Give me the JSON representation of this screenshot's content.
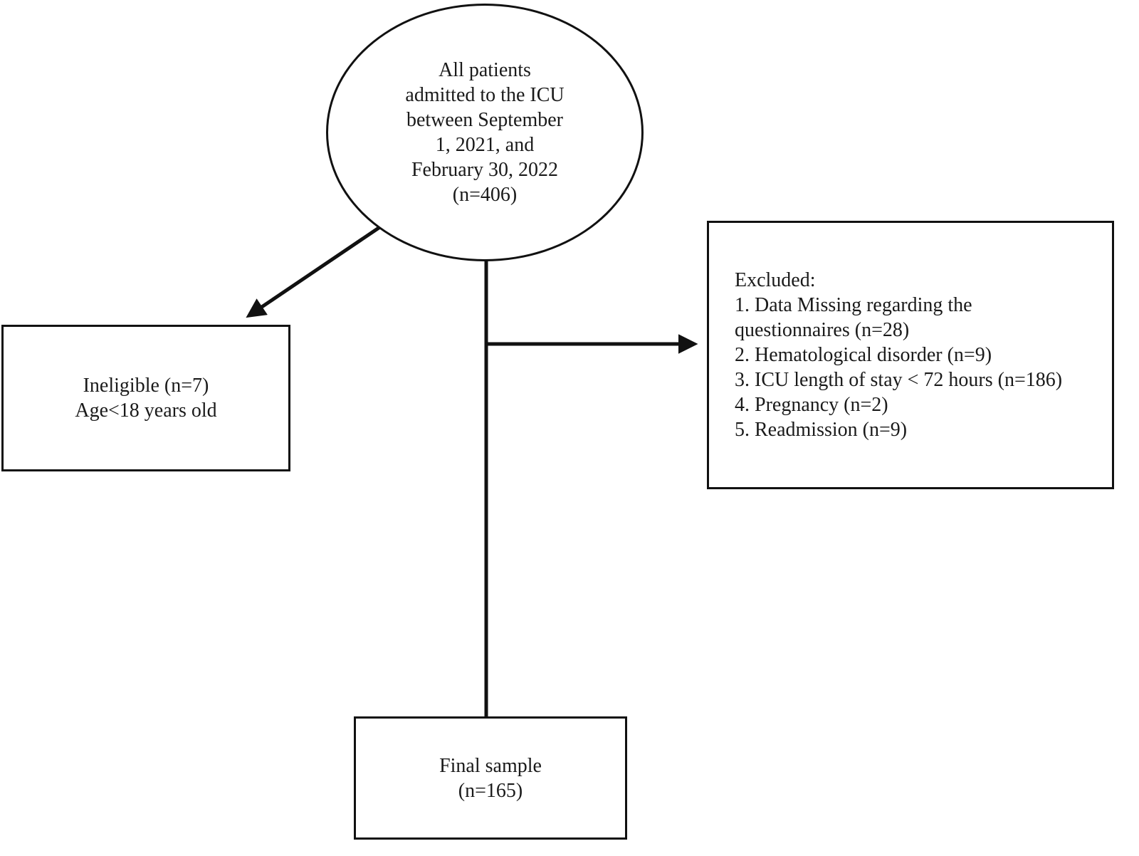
{
  "diagram": {
    "type": "flowchart",
    "colors": {
      "stroke": "#111111",
      "background": "#ffffff",
      "text": "#1a1a1a"
    },
    "nodes": {
      "all_patients": {
        "shape": "ellipse",
        "lines": [
          "All patients",
          "admitted to the ICU",
          "between September",
          "1, 2021, and",
          "February 30, 2022",
          "(n=406)"
        ],
        "n": 406
      },
      "ineligible": {
        "shape": "rect",
        "lines": [
          "Ineligible (n=7)",
          "Age<18 years old"
        ],
        "n": 7
      },
      "excluded": {
        "shape": "rect",
        "lines": [
          "Excluded:",
          "1. Data Missing regarding the",
          "questionnaires (n=28)",
          "2. Hematological disorder (n=9)",
          "3. ICU length of stay < 72 hours (n=186)",
          "4. Pregnancy (n=2)",
          "5. Readmission (n=9)"
        ],
        "counts": {
          "data_missing": 28,
          "hematological_disorder": 9,
          "icu_los_under_72h": 186,
          "pregnancy": 2,
          "readmission": 9
        }
      },
      "final_sample": {
        "shape": "rect",
        "lines": [
          "Final sample",
          "(n=165)"
        ],
        "n": 165
      }
    },
    "edges": [
      {
        "from": "all_patients",
        "to": "ineligible",
        "style": "arrow-diagonal"
      },
      {
        "from": "all_patients",
        "to": "excluded",
        "style": "arrow-horizontal"
      },
      {
        "from": "all_patients",
        "to": "final_sample",
        "style": "line-vertical"
      }
    ]
  }
}
